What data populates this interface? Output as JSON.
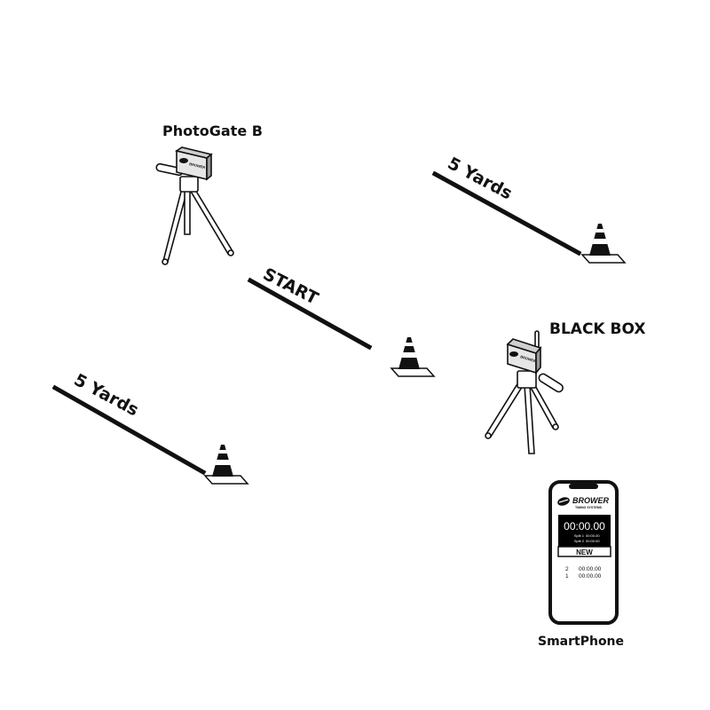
{
  "labels": {
    "photogate_b": "PhotoGate B",
    "black_box": "BLACK BOX",
    "start": "START",
    "five_yards_top": "5 Yards",
    "five_yards_bottom": "5 Yards",
    "smartphone": "SmartPhone"
  },
  "device_badges": {
    "photogate": "BROWER",
    "black_box": "BROWER"
  },
  "phone": {
    "brand": "BROWER",
    "brand_sub": "TIMING SYSTEMS",
    "main_time": "00:00.00",
    "split1_label": "Split 1",
    "split1_time": "00:00.00",
    "split2_label": "Split 2",
    "split2_time": "00:00.00",
    "new_button": "NEW",
    "history": [
      {
        "num": "2",
        "time": "00:00.00"
      },
      {
        "num": "1",
        "time": "00:00.00"
      }
    ]
  },
  "colors": {
    "ink": "#111111",
    "screen": "#000000",
    "background": "#ffffff"
  }
}
